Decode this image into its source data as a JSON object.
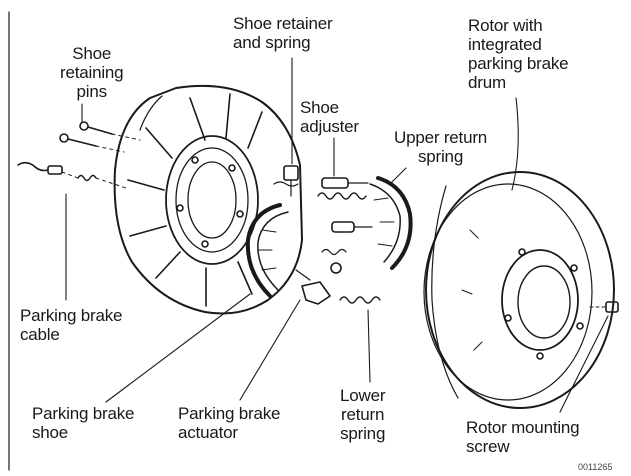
{
  "labels": {
    "shoe_retaining_pins": "Shoe\nretaining\npins",
    "shoe_retainer_spring": "Shoe retainer\nand spring",
    "rotor_drum": "Rotor with\nintegrated\nparking brake\ndrum",
    "shoe_adjuster": "Shoe\nadjuster",
    "upper_return_spring": "Upper return\nspring",
    "parking_brake_cable": "Parking brake\ncable",
    "parking_brake_shoe": "Parking brake\nshoe",
    "parking_brake_actuator": "Parking brake\nactuator",
    "lower_return_spring": "Lower\nreturn\nspring",
    "rotor_mounting_screw": "Rotor mounting\nscrew"
  },
  "figure_code": "0011265",
  "colors": {
    "ink": "#1a1a1a",
    "background": "#ffffff"
  }
}
